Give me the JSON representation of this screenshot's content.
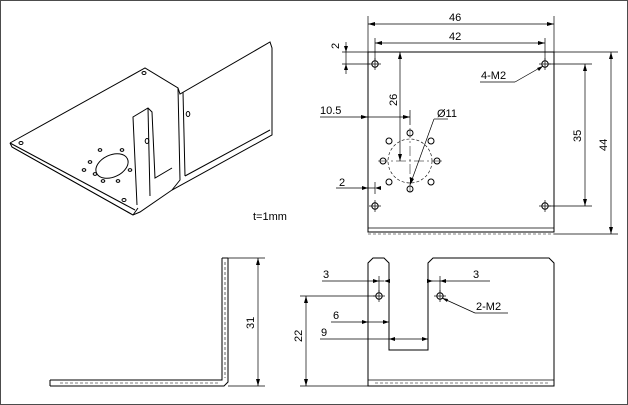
{
  "notes": {
    "thickness": "t=1mm"
  },
  "top_view": {
    "dim_width_overall": "46",
    "dim_hole_span_x": "42",
    "dim_edge_offset_top": "2",
    "dim_edge_offset_left": "2",
    "dim_center_x": "10.5",
    "dim_center_y": "26",
    "dim_diameter": "Ø11",
    "dim_hole_span_y": "35",
    "dim_height_overall": "44",
    "callout_holes": "4-M2"
  },
  "side_view": {
    "dim_height": "31"
  },
  "front_view": {
    "dim_left_tab_offset": "3",
    "dim_right_tab_offset": "3",
    "dim_slot_left": "6",
    "dim_slot_width": "9",
    "dim_height": "22",
    "callout_holes": "2-M2"
  }
}
